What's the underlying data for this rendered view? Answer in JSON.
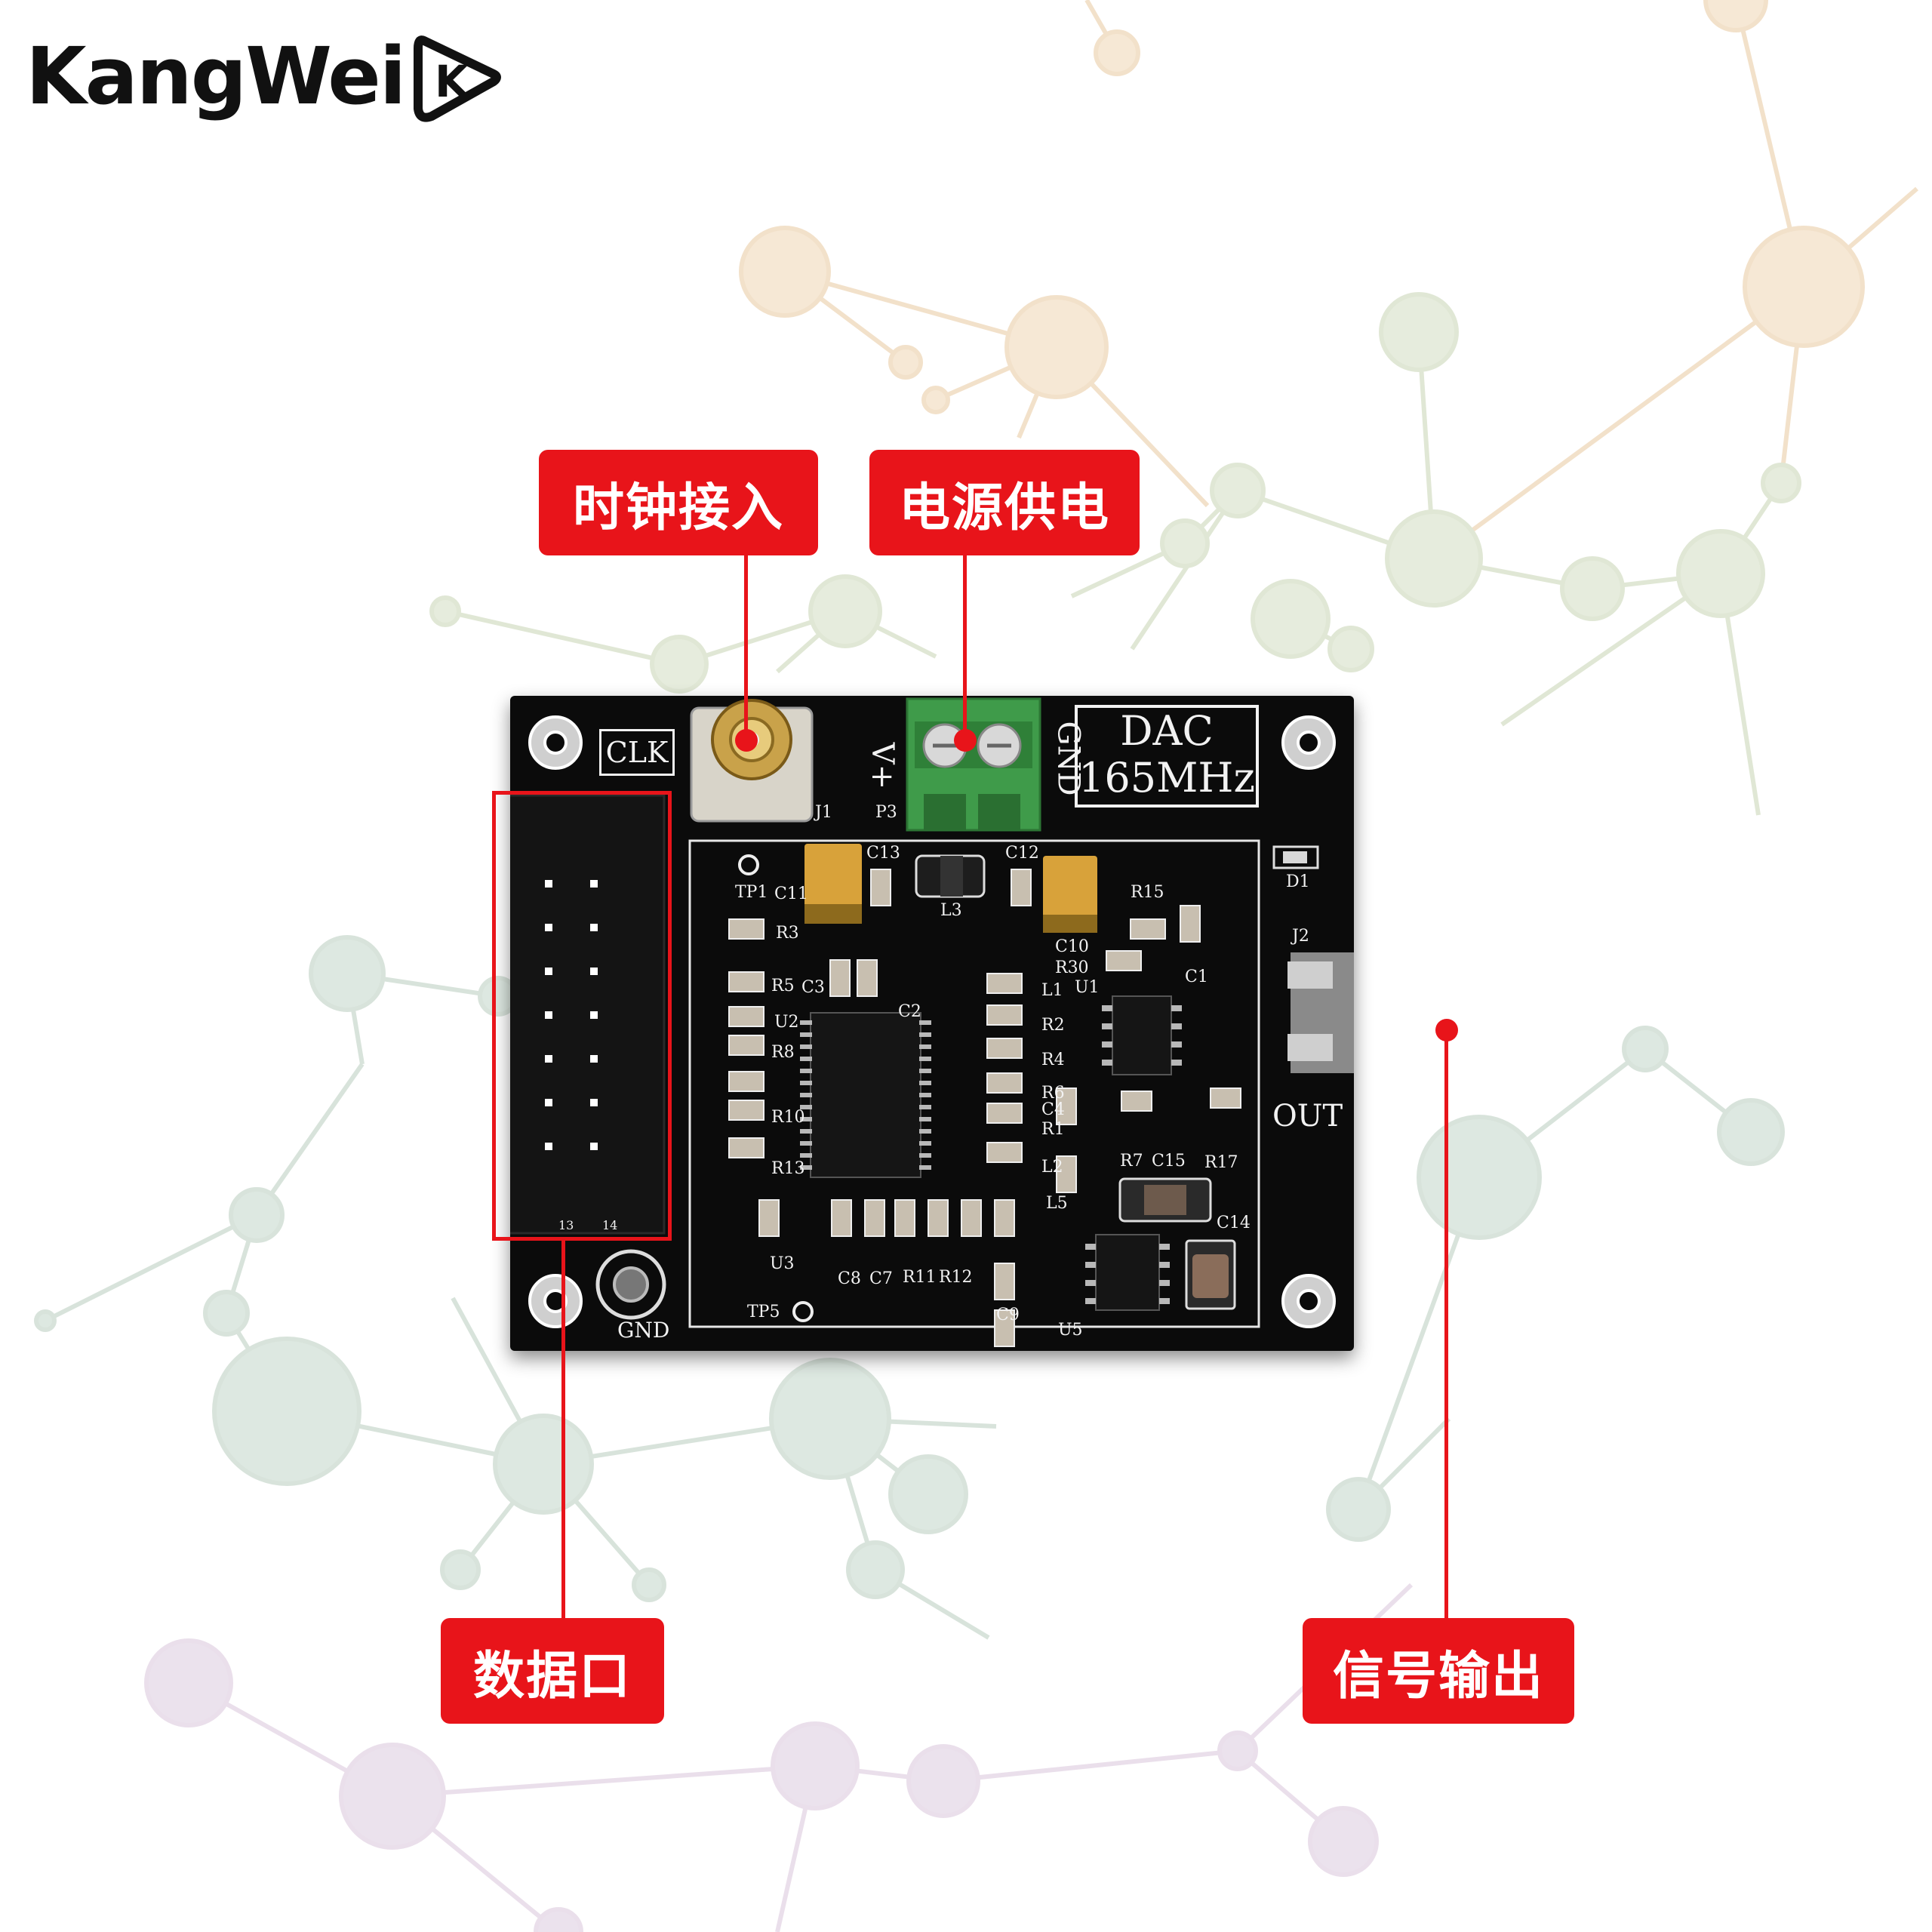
{
  "brand": {
    "logo_text": "KangWei",
    "logo_badge": "K"
  },
  "callouts": {
    "clock_input": "时钟接入",
    "power_supply": "电源供电",
    "data_port": "数据口",
    "signal_output": "信号输出"
  },
  "pcb": {
    "dac_title": "DAC",
    "dac_speed": "165MHz",
    "clk_label": "CLK",
    "vplus_label": "V+",
    "gnd_top_label": "GND",
    "gnd_bottom_label": "GND",
    "out_label": "OUT",
    "designators": {
      "j1": "J1",
      "p3": "P3",
      "j2": "J2",
      "d1": "D1",
      "tp1": "TP1",
      "tp5": "TP5",
      "u1": "U1",
      "u2": "U2",
      "u3": "U3",
      "u5": "U5",
      "l1": "L1",
      "l2": "L2",
      "l3": "L3",
      "l5": "L5",
      "c1": "C1",
      "c2": "C2",
      "c3": "C3",
      "c4": "C4",
      "c7": "C7",
      "c8": "C8",
      "c9": "C9",
      "c10": "C10",
      "c11": "C11",
      "c12": "C12",
      "c13": "C13",
      "c14": "C14",
      "c15": "C15",
      "r1": "R1",
      "r2": "R2",
      "r3": "R3",
      "r4": "R4",
      "r5": "R5",
      "r6": "R6",
      "r7": "R7",
      "r8": "R8",
      "r10": "R10",
      "r11": "R11",
      "r12": "R12",
      "r13": "R13",
      "r15": "R15",
      "r17": "R17",
      "r30": "R30",
      "pin13": "13",
      "pin14": "14"
    }
  }
}
